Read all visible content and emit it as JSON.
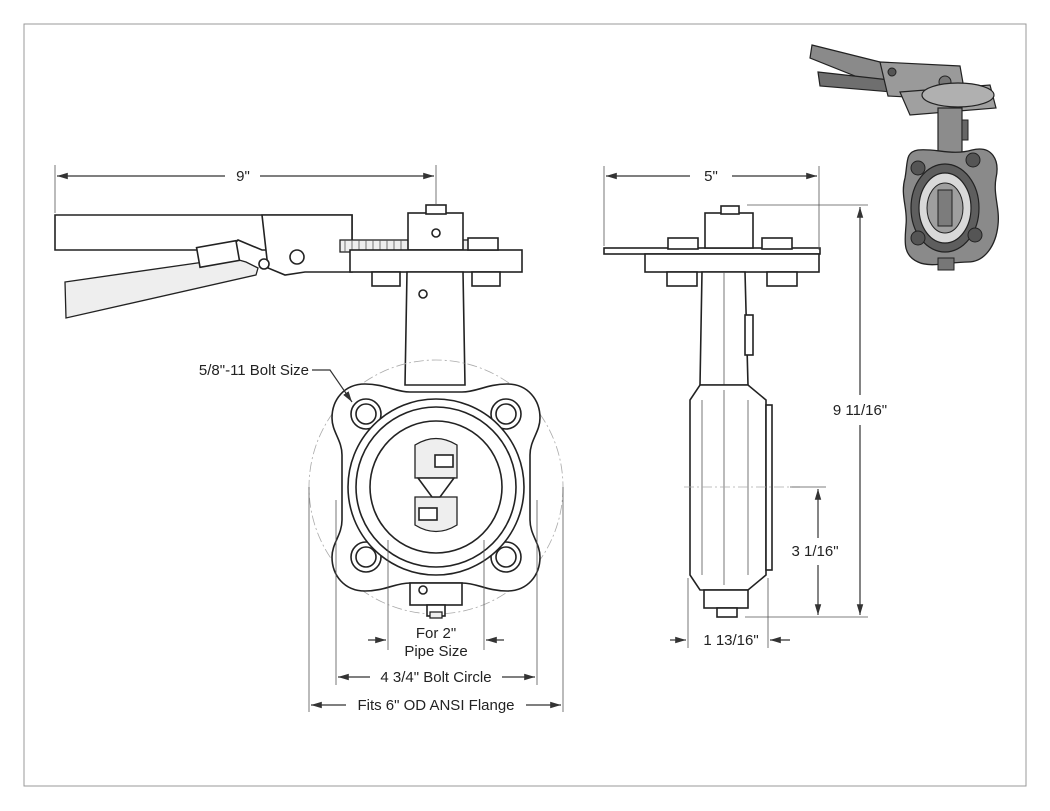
{
  "dimensions": {
    "handle_length": "9\"",
    "top_width": "5\"",
    "bolt_size": "5/8\"-11 Bolt Size",
    "pipe_size_line1": "For 2\"",
    "pipe_size_line2": "Pipe Size",
    "bolt_circle": "4 3/4\" Bolt Circle",
    "flange_fit": "Fits 6\" OD ANSI Flange",
    "overall_height": "9 11/16\"",
    "center_height": "3 1/16\"",
    "body_width": "1 13/16\""
  },
  "colors": {
    "line": "#222222",
    "border": "#999999",
    "fill_light": "#eeeeee",
    "fill_shade": "#777777"
  }
}
